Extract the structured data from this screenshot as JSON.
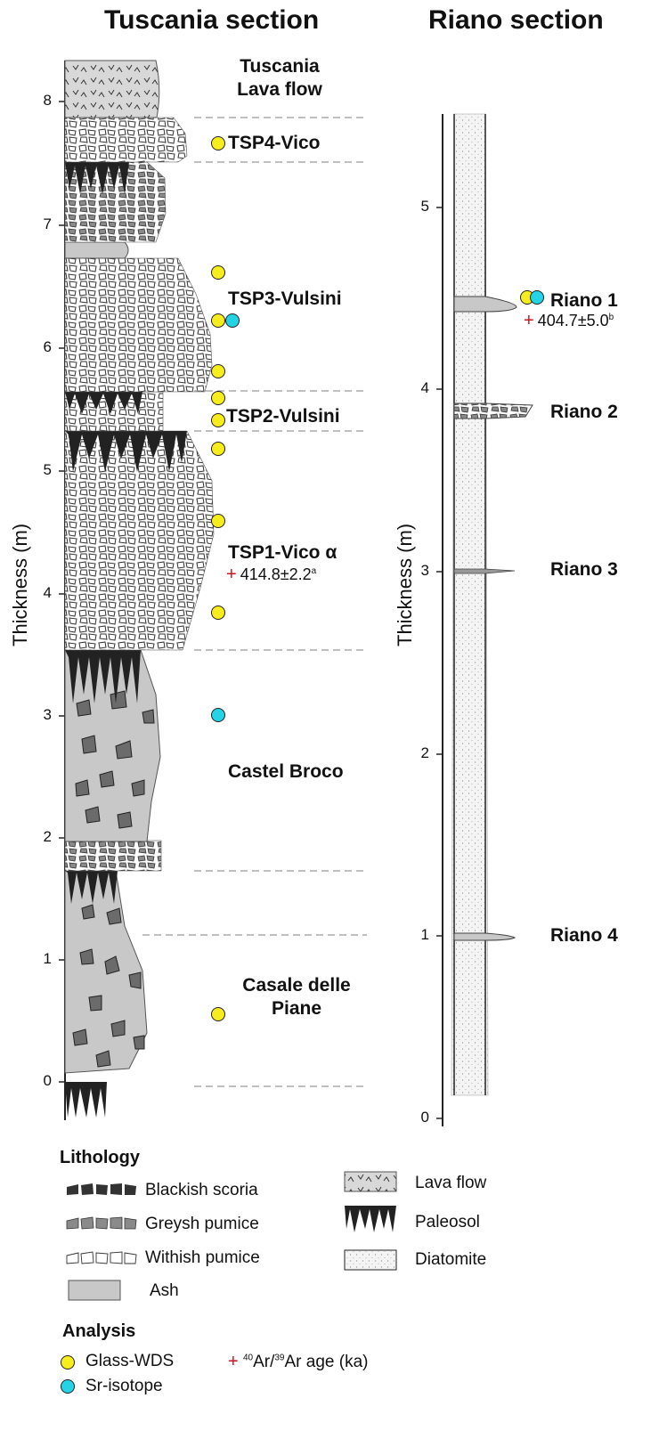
{
  "titles": {
    "left": "Tuscania section",
    "right": "Riano section"
  },
  "axis": {
    "ylabel": "Thickness (m)",
    "left_ticks": [
      "8",
      "7",
      "6",
      "5",
      "4",
      "3",
      "2",
      "1",
      "0"
    ],
    "right_ticks": [
      "5",
      "4",
      "3",
      "2",
      "1",
      "0"
    ]
  },
  "tuscania_units": [
    {
      "name_line1": "Tuscania",
      "name_line2": "Lava flow"
    },
    {
      "name": "TSP4-Vico"
    },
    {
      "name": "TSP3-Vulsini"
    },
    {
      "name": "TSP2-Vulsini"
    },
    {
      "name": "TSP1-Vico α",
      "age_value": "414.8±2.2",
      "age_note": "a"
    },
    {
      "name": "Castel Broco"
    },
    {
      "name_line1": "Casale delle",
      "name_line2": "Piane"
    }
  ],
  "riano_units": [
    {
      "name": "Riano 1",
      "age_value": "404.7±5.0",
      "age_note": "b"
    },
    {
      "name": "Riano 2"
    },
    {
      "name": "Riano 3"
    },
    {
      "name": "Riano 4"
    }
  ],
  "legend": {
    "lithology_heading": "Lithology",
    "blackish_scoria": "Blackish scoria",
    "greysh_pumice": "Greysh pumice",
    "withish_pumice": "Withish pumice",
    "ash": "Ash",
    "lava_flow": "Lava flow",
    "paleosol": "Paleosol",
    "diatomite": "Diatomite",
    "analysis_heading": "Analysis",
    "glass_wds": "Glass-WDS",
    "sr_isotope": "Sr-isotope",
    "ar_sup1": "40",
    "ar_mid": "Ar/",
    "ar_sup2": "39",
    "ar_rest": "Ar  age (ka)"
  },
  "colors": {
    "glass_wds": "#f7ec1d",
    "sr_isotope": "#25d3e6",
    "age_cross": "#d0121b",
    "ash": "#c8c8c8",
    "scoria": "#333333",
    "grey_pumice": "#8a8a8a"
  },
  "analysis_markers": {
    "tuscania_glass_wds_m": [
      7.66,
      6.62,
      6.22,
      5.8,
      5.58,
      5.4,
      5.17,
      4.61,
      3.82,
      0.56
    ],
    "tuscania_sr_isotope_m": [
      6.22,
      3.0
    ],
    "riano_glass_wds_m": [
      4.5
    ],
    "riano_sr_isotope_m": [
      4.5
    ]
  }
}
